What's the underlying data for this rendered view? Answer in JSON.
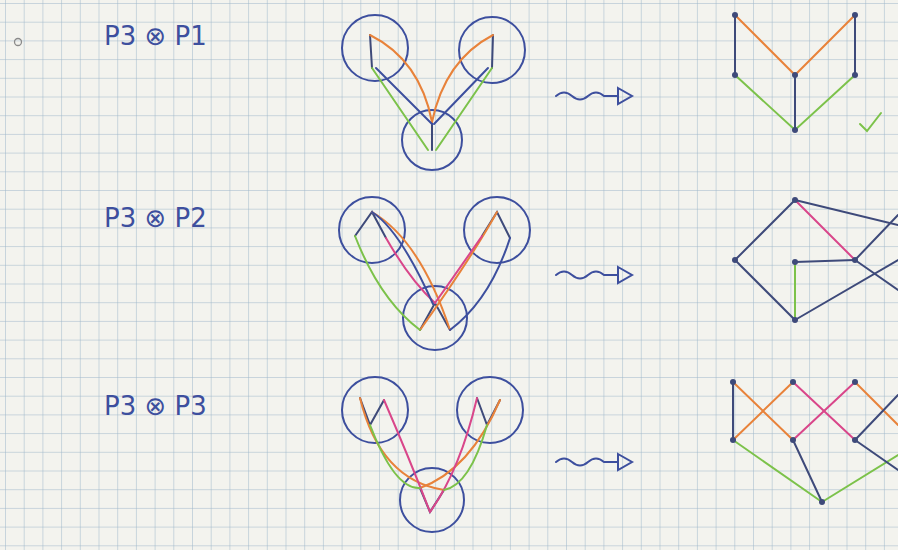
{
  "diagram": {
    "labels": [
      "P3 ⊗ P1",
      "P3 ⊗ P2",
      "P3 ⊗ P3"
    ]
  }
}
